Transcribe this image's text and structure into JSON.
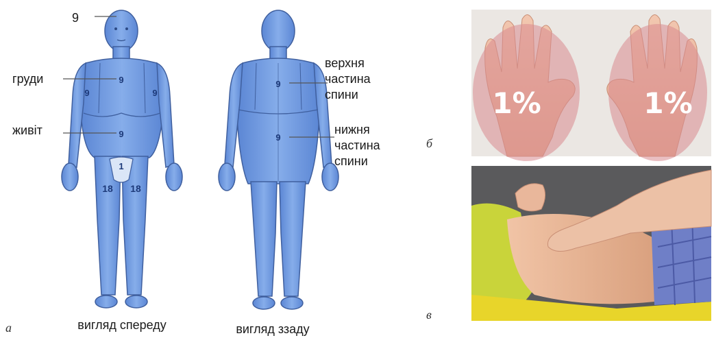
{
  "labels": {
    "head": "9",
    "chest": "груди",
    "abdomen": "живіт",
    "upper_back": [
      "верхня",
      "частина",
      "спини"
    ],
    "lower_back": [
      "нижня",
      "частина",
      "спини"
    ],
    "front_view": "вигляд спереду",
    "back_view": "вигляд ззаду"
  },
  "front_numbers": {
    "chest": "9",
    "arm_left": "9",
    "arm_right": "9",
    "abdomen": "9",
    "groin": "1",
    "leg_left": "18",
    "leg_right": "18"
  },
  "back_numbers": {
    "upper": "9",
    "lower": "9"
  },
  "palms": {
    "left": "1%",
    "right": "1%"
  },
  "panel_letters": {
    "a": "а",
    "b": "б",
    "c": "в"
  },
  "colors": {
    "body_fill": "#6e9ae0",
    "body_stroke": "#3f5f9e",
    "palm_overlay": "#d98a8f",
    "photo_bg": "#e8e4e0"
  }
}
